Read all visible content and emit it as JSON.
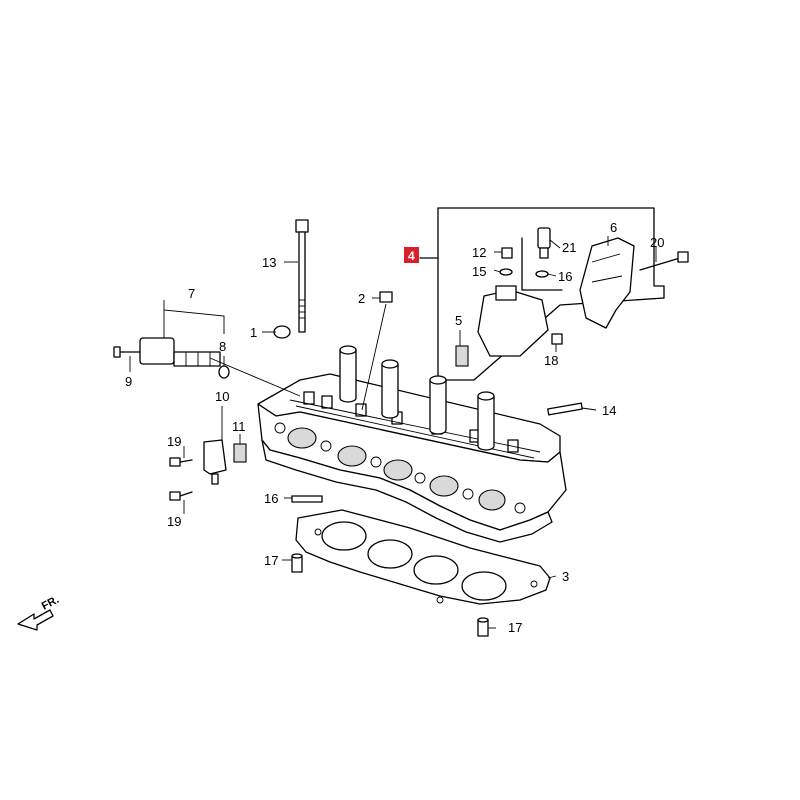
{
  "callouts": {
    "c1": "1",
    "c2": "2",
    "c3": "3",
    "c4": "4",
    "c5": "5",
    "c6": "6",
    "c7": "7",
    "c8": "8",
    "c9": "9",
    "c10": "10",
    "c11": "11",
    "c12": "12",
    "c13": "13",
    "c14": "14",
    "c15": "15",
    "c16a": "16",
    "c16b": "16",
    "c17a": "17",
    "c17b": "17",
    "c18": "18",
    "c19a": "19",
    "c19b": "19",
    "c20": "20",
    "c21": "21"
  },
  "front_marker": "FR.",
  "highlight_color": "#d81f2a"
}
